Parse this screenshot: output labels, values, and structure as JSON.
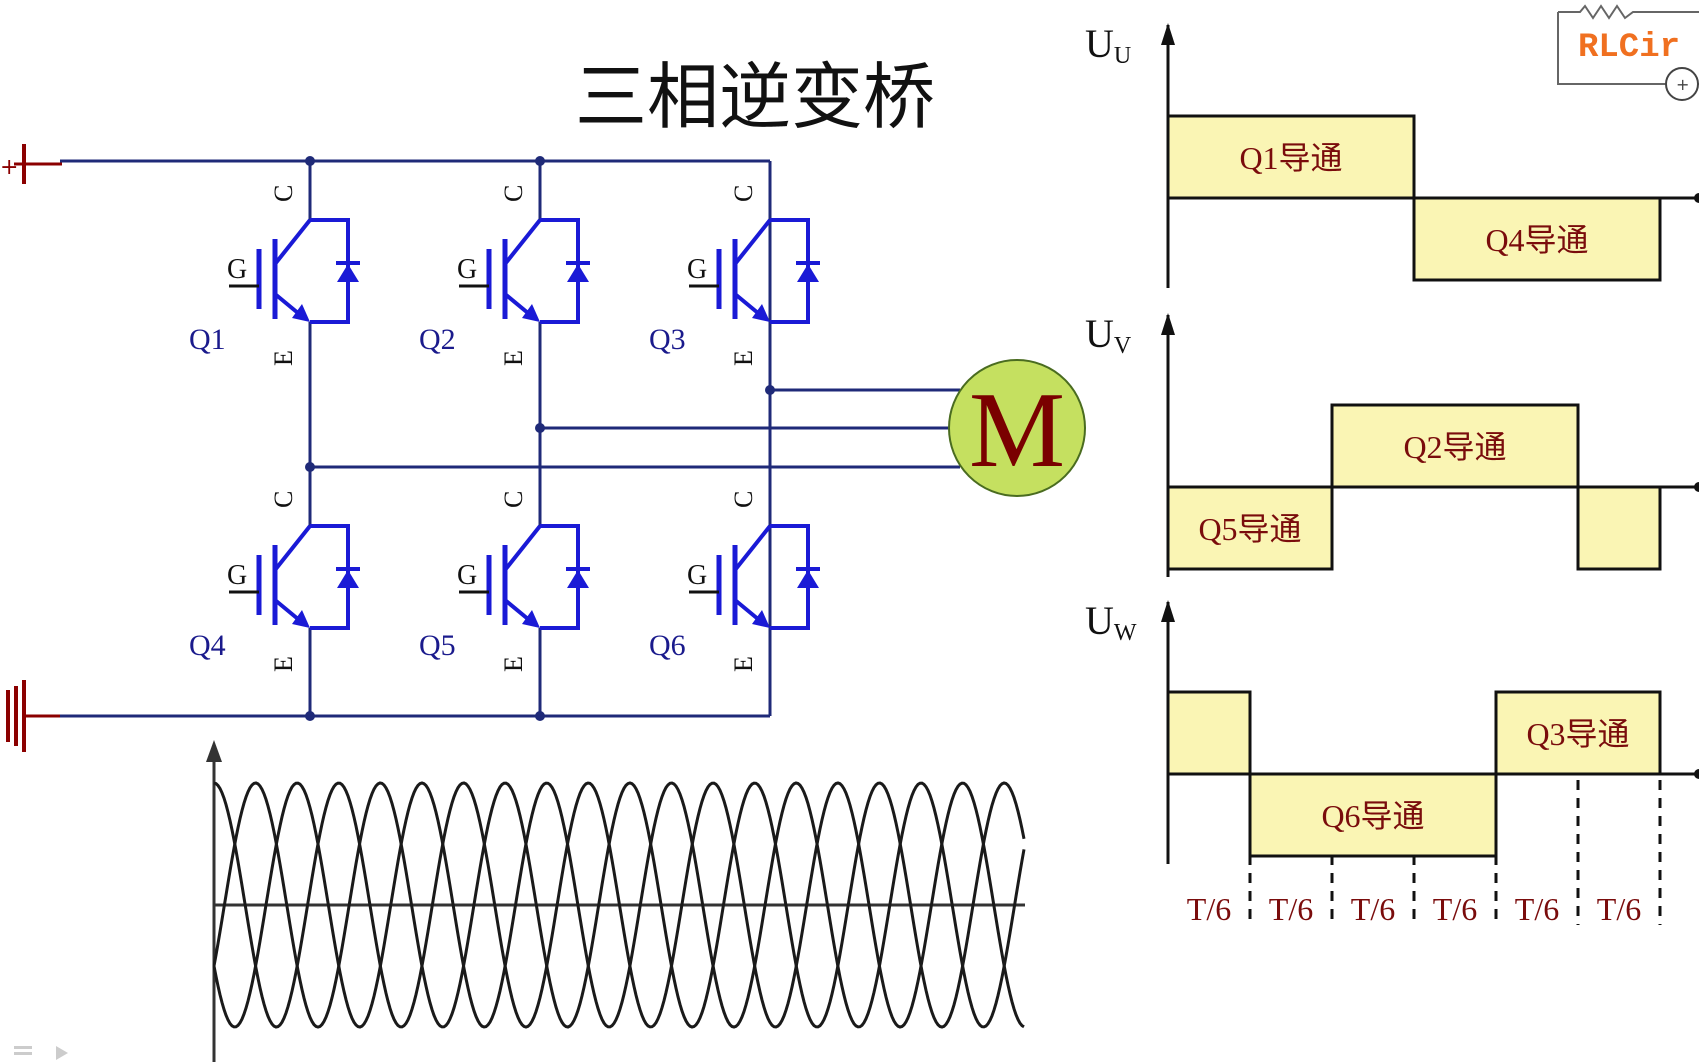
{
  "title": "三相逆变桥",
  "logo": {
    "text": "RLCir"
  },
  "colors": {
    "wire": "#1f2a78",
    "igbt": "#1a1ad6",
    "label": "#1a1a8c",
    "motor_fill": "#c5e060",
    "motor_text": "#7a0000",
    "pulse_fill": "#faf5b4",
    "pulse_text": "#7a0c0c",
    "supply": "#8b0000"
  },
  "terminals": {
    "gate": "G",
    "collector": "C",
    "emitter": "E"
  },
  "transistors": [
    {
      "label": "Q1"
    },
    {
      "label": "Q2"
    },
    {
      "label": "Q3"
    },
    {
      "label": "Q4"
    },
    {
      "label": "Q5"
    },
    {
      "label": "Q6"
    }
  ],
  "supply": {
    "plus": "+"
  },
  "motor": {
    "label": "M"
  },
  "waveforms": {
    "phases": [
      {
        "name": "U",
        "sub": "U",
        "upper": "Q1导通",
        "lower": "Q4导通"
      },
      {
        "name": "U",
        "sub": "V",
        "upper": "Q2导通",
        "lower": "Q5导通"
      },
      {
        "name": "U",
        "sub": "W",
        "upper": "Q3导通",
        "lower": "Q6导通"
      }
    ],
    "interval_label": "T/6",
    "interval_count": 6
  },
  "sine": {
    "cycles": 6.5,
    "phase_offsets_deg": [
      0,
      120,
      240
    ]
  },
  "icons": {
    "corner": "slide-nav-icon"
  }
}
